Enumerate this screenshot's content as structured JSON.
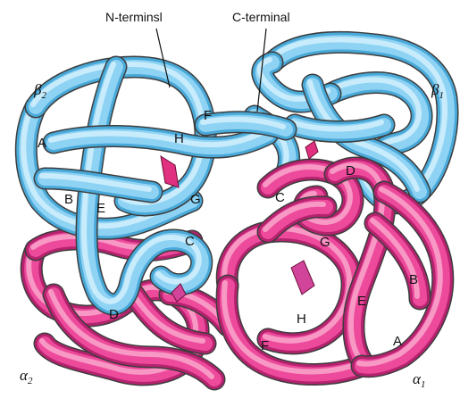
{
  "colors": {
    "beta_subunit": "#8fd3f4",
    "beta_shadow": "#49a9d9",
    "beta_highlight": "#d2f0fc",
    "alpha_subunit": "#ee4a9c",
    "alpha_shadow": "#b5236f",
    "alpha_highlight": "#f8a6cc",
    "heme_beta": "#e0307f",
    "heme_alpha": "#d2449a",
    "outline": "#3d3d3d"
  },
  "labels": {
    "n_terminal": "N-terminsl",
    "c_terminal": "C-terminal",
    "beta2": "β",
    "beta2_sub": "2",
    "beta1": "β",
    "beta1_sub": "1",
    "alpha2": "α",
    "alpha2_sub": "2",
    "alpha1": "α",
    "alpha1_sub": "1",
    "beta2_helices": {
      "A": "A",
      "B": "B",
      "E": "E",
      "F": "F",
      "G": "G",
      "H": "H",
      "C": "C",
      "D": "D"
    },
    "alpha1_helices": {
      "C": "C",
      "D": "D",
      "G": "G",
      "B": "B",
      "E": "E",
      "H": "H",
      "F": "F",
      "A": "A"
    }
  }
}
